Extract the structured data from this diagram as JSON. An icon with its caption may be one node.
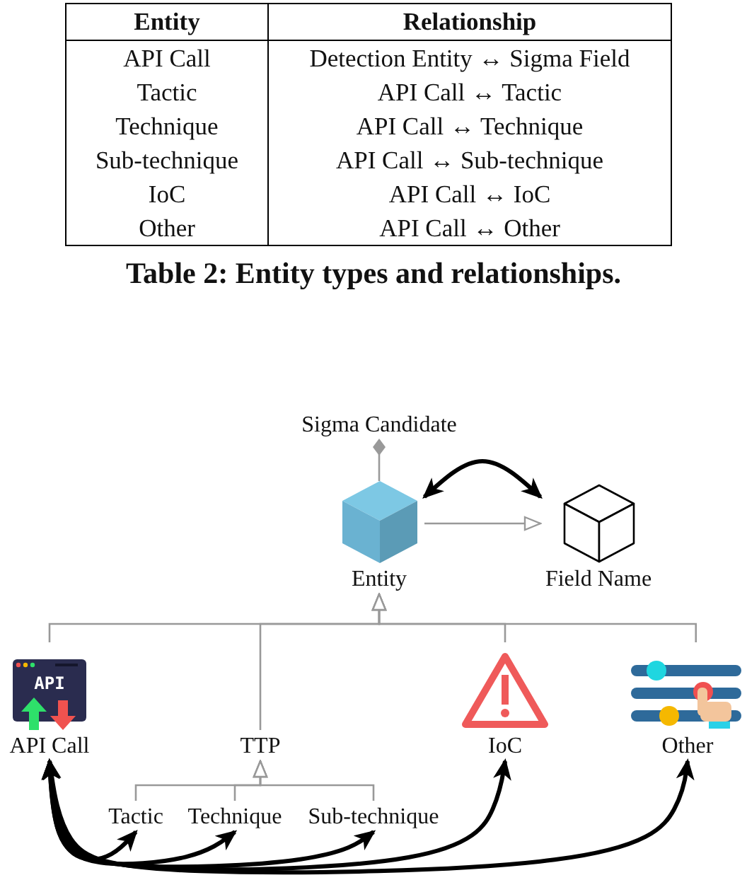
{
  "diagram": {
    "caption": "Table 2: Entity types and relationships.",
    "nodes": [
      {
        "text": [
          "Sigma Candidate"
        ]
      },
      {
        "text": [
          "Entity"
        ]
      },
      {
        "text": [
          "Field Name"
        ]
      },
      {
        "text": [
          "API Call"
        ]
      },
      {
        "text": [
          "TTP"
        ]
      },
      {
        "text": [
          "IoC"
        ]
      },
      {
        "text": [
          "Other"
        ]
      },
      {
        "text": [
          "Tactic"
        ]
      },
      {
        "text": [
          "Technique"
        ]
      },
      {
        "text": [
          "Sub-technique"
        ]
      }
    ],
    "edges": [
      {
        "from": 1,
        "to": 0,
        "arrow": "other"
      },
      {
        "from": 1,
        "to": 2,
        "arrow": "to"
      },
      {
        "from": 1,
        "to": 2,
        "arrow": "both",
        "style": "thick",
        "color": "#000000"
      },
      {
        "from": 3,
        "to": 1,
        "arrow": "to"
      },
      {
        "from": 4,
        "to": 1,
        "arrow": "to"
      },
      {
        "from": 5,
        "to": 1,
        "arrow": "to"
      },
      {
        "from": 6,
        "to": 1,
        "arrow": "to"
      },
      {
        "from": 7,
        "to": 4,
        "arrow": "to"
      },
      {
        "from": 8,
        "to": 4,
        "arrow": "to"
      },
      {
        "from": 9,
        "to": 4,
        "arrow": "to"
      },
      {
        "from": 3,
        "to": 7,
        "arrow": "both",
        "style": "thick",
        "color": "#000000"
      },
      {
        "from": 3,
        "to": 8,
        "arrow": "both",
        "style": "thick",
        "color": "#000000"
      },
      {
        "from": 3,
        "to": 9,
        "arrow": "both",
        "style": "thick",
        "color": "#000000"
      },
      {
        "from": 3,
        "to": 5,
        "arrow": "both",
        "style": "thick",
        "color": "#000000"
      },
      {
        "from": 3,
        "to": 6,
        "arrow": "both",
        "style": "thick",
        "color": "#000000"
      }
    ],
    "labels": [
      "Entity",
      "Relationship",
      "API Call",
      "Detection Entity ↔ Sigma Field",
      "Tactic",
      "API Call ↔ Tactic",
      "Technique",
      "API Call ↔ Technique",
      "Sub-technique",
      "API Call ↔ Sub-technique",
      "IoC",
      "API Call ↔ IoC",
      "Other",
      "API Call ↔ Other",
      "API"
    ]
  }
}
